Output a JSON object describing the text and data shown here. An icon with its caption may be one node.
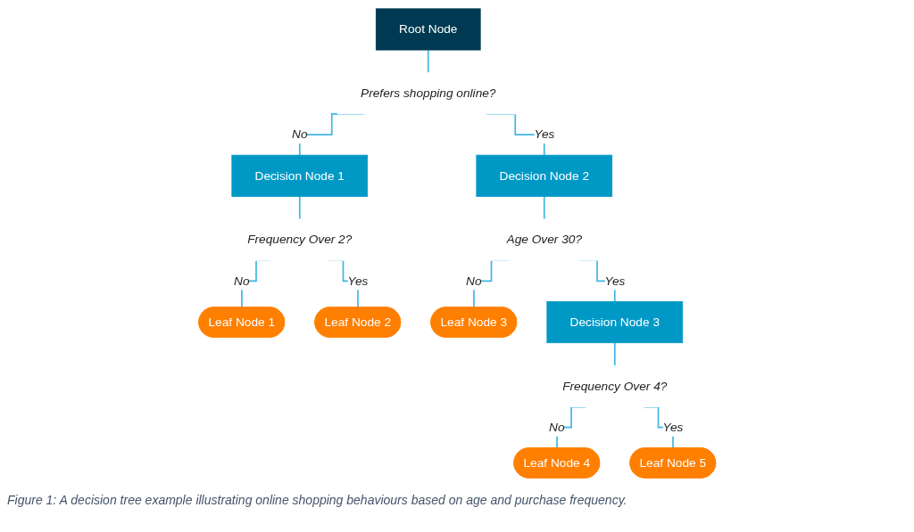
{
  "diagram": {
    "caption": "Figure 1: A decision tree example illustrating online shopping behaviours based on age and purchase frequency.",
    "nodes": [
      {
        "text": [
          "Root Node"
        ]
      },
      {
        "text": [
          "Prefers shopping online?"
        ]
      },
      {
        "text": [
          "Decision Node 1"
        ]
      },
      {
        "text": [
          "Decision Node 2"
        ]
      },
      {
        "text": [
          "Frequency Over 2?"
        ]
      },
      {
        "text": [
          "Age Over 30?"
        ]
      },
      {
        "text": [
          "Leaf Node 1"
        ]
      },
      {
        "text": [
          "Leaf Node 2"
        ]
      },
      {
        "text": [
          "Leaf Node 3"
        ]
      },
      {
        "text": [
          "Decision Node 3"
        ]
      },
      {
        "text": [
          "Frequency Over 4?"
        ]
      },
      {
        "text": [
          "Leaf Node 4"
        ]
      },
      {
        "text": [
          "Leaf Node 5"
        ]
      }
    ],
    "edges": [
      {
        "from": 0,
        "to": 1,
        "arrow": "none"
      },
      {
        "from": 1,
        "to": 2,
        "arrow": "none",
        "label": "No"
      },
      {
        "from": 1,
        "to": 3,
        "arrow": "none",
        "label": "Yes"
      },
      {
        "from": 2,
        "to": 4,
        "arrow": "none"
      },
      {
        "from": 3,
        "to": 5,
        "arrow": "none"
      },
      {
        "from": 4,
        "to": 6,
        "arrow": "none",
        "label": "No"
      },
      {
        "from": 4,
        "to": 7,
        "arrow": "none",
        "label": "Yes"
      },
      {
        "from": 5,
        "to": 8,
        "arrow": "none",
        "label": "No"
      },
      {
        "from": 5,
        "to": 9,
        "arrow": "none",
        "label": "Yes"
      },
      {
        "from": 9,
        "to": 10,
        "arrow": "none"
      },
      {
        "from": 10,
        "to": 11,
        "arrow": "none",
        "label": "No"
      },
      {
        "from": 10,
        "to": 12,
        "arrow": "none",
        "label": "Yes"
      }
    ]
  }
}
